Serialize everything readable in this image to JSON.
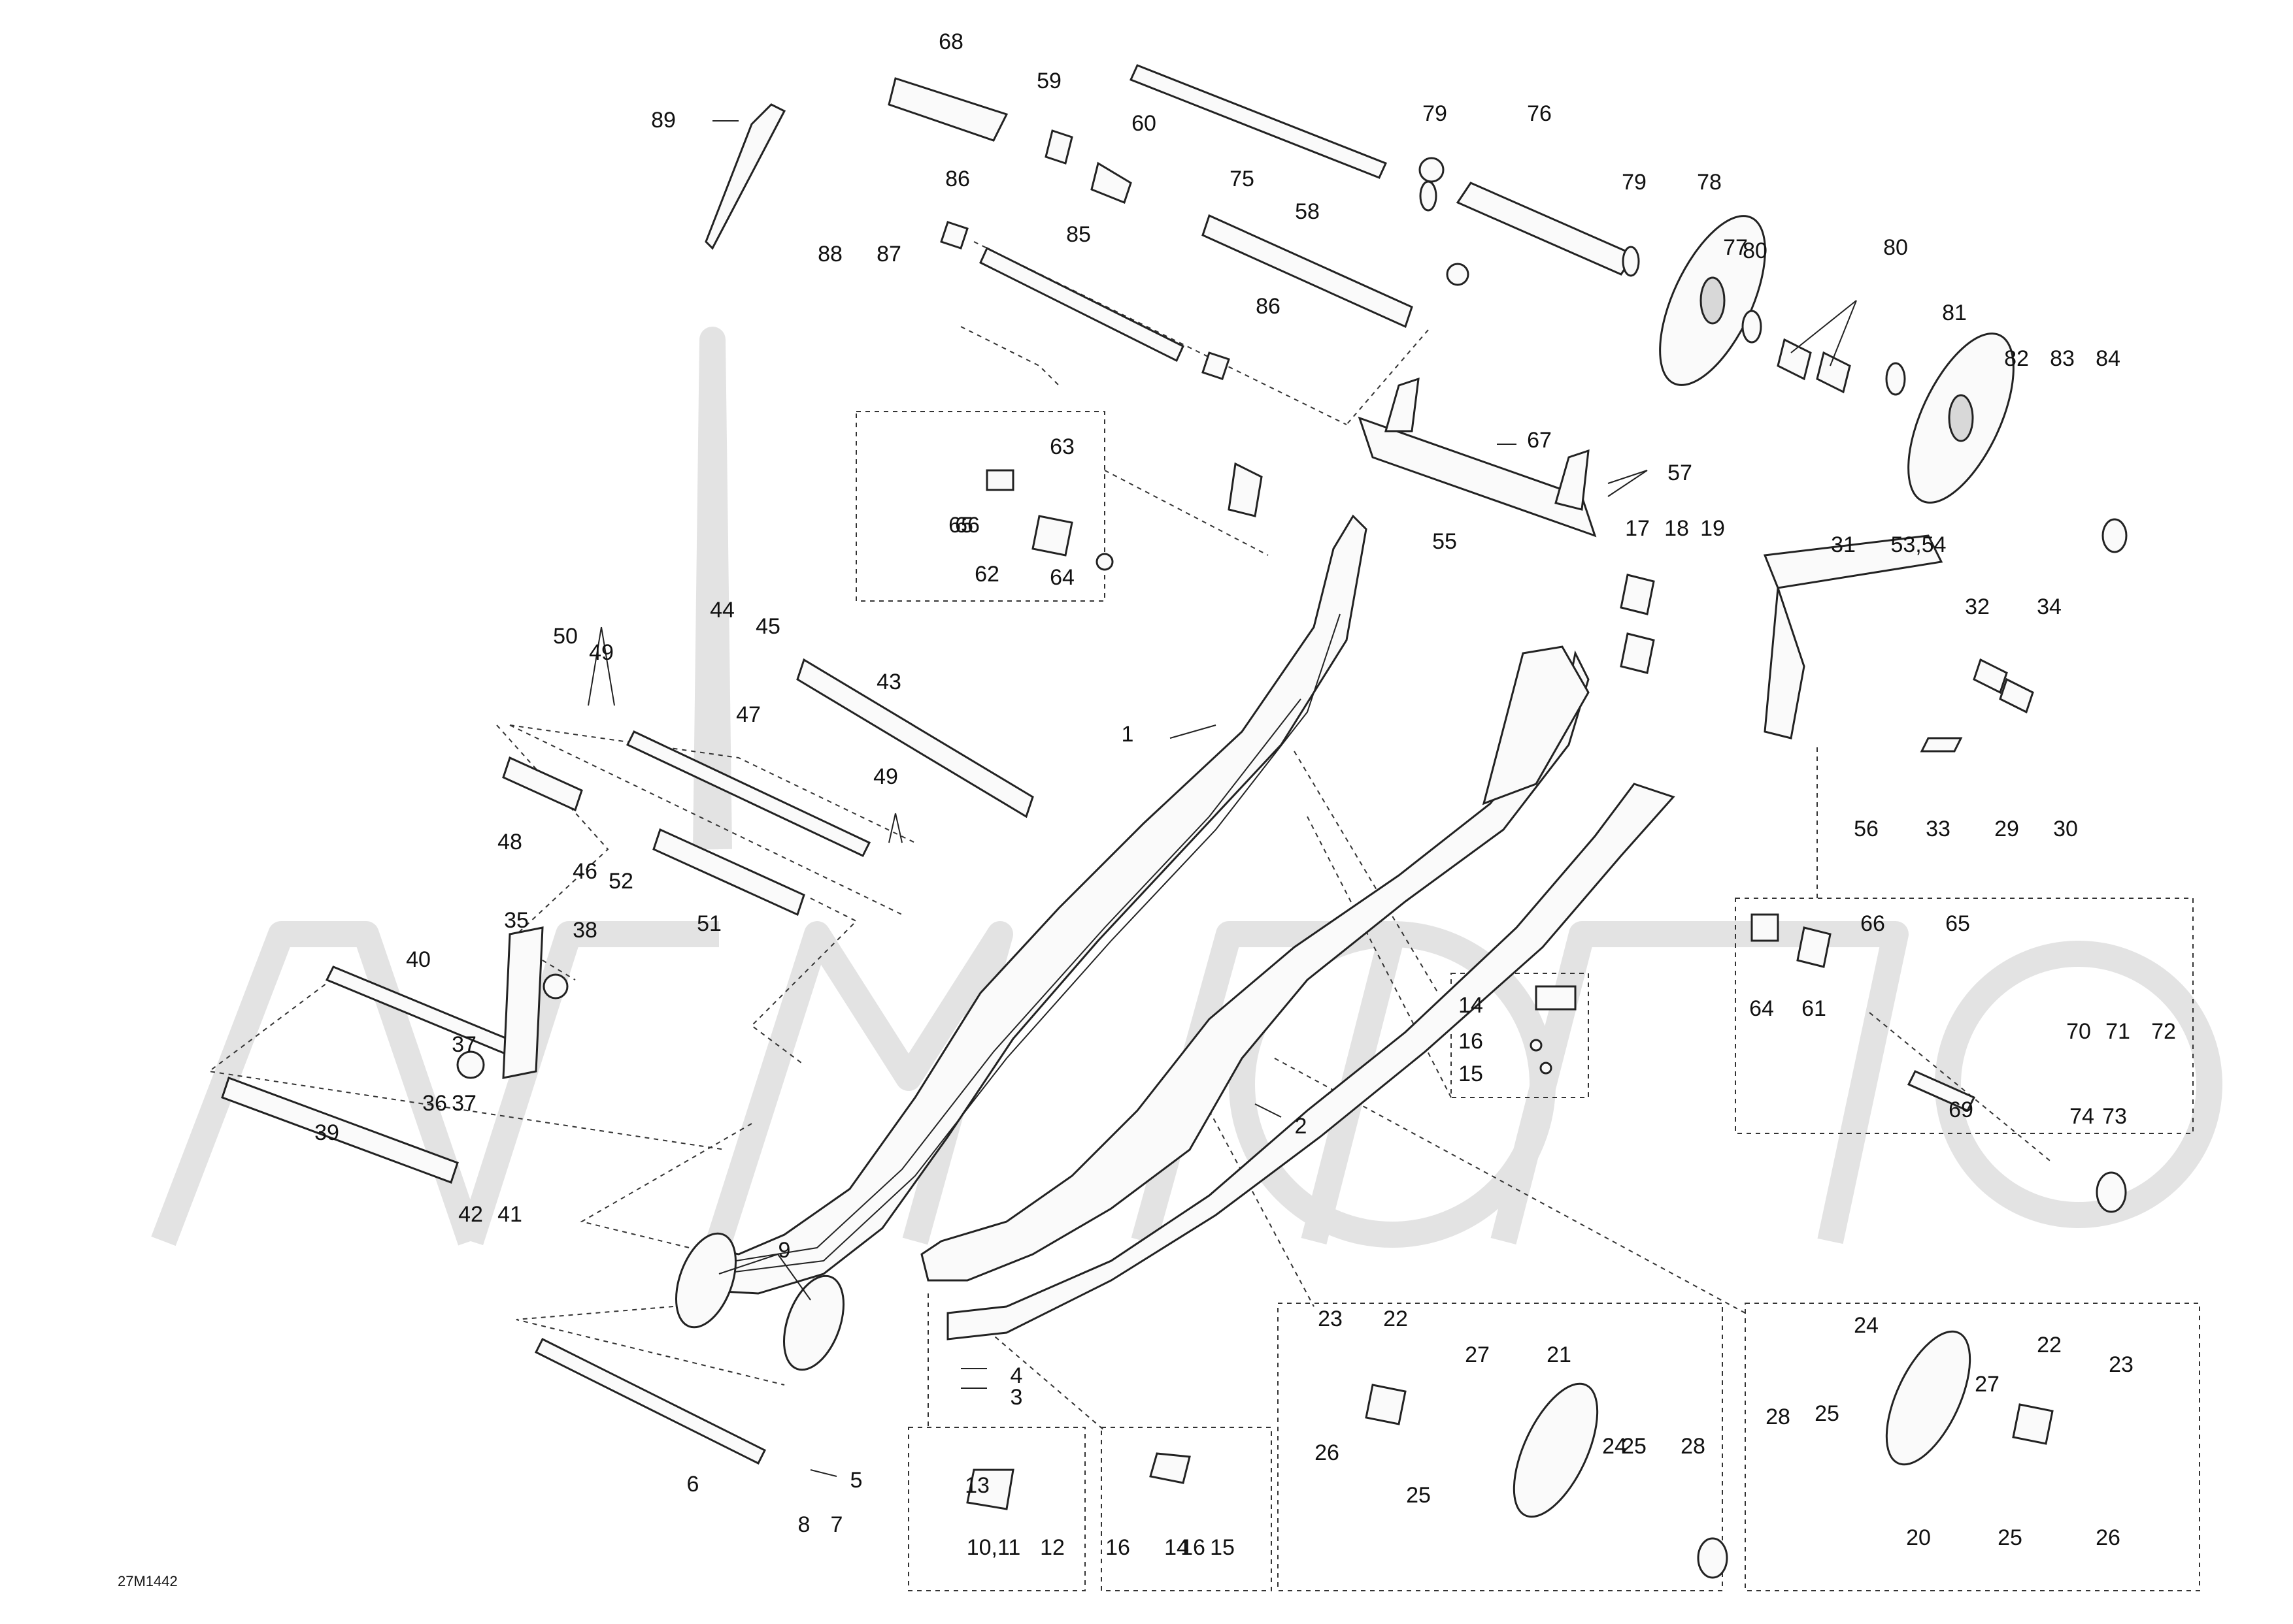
{
  "drawing_code": "27M1442",
  "callouts": [
    {
      "n": "1"
    },
    {
      "n": "2"
    },
    {
      "n": "3"
    },
    {
      "n": "4"
    },
    {
      "n": "5"
    },
    {
      "n": "6"
    },
    {
      "n": "7"
    },
    {
      "n": "8"
    },
    {
      "n": "9"
    },
    {
      "n": "10,11"
    },
    {
      "n": "12"
    },
    {
      "n": "13"
    },
    {
      "n": "14"
    },
    {
      "n": "14"
    },
    {
      "n": "15"
    },
    {
      "n": "15"
    },
    {
      "n": "16"
    },
    {
      "n": "16"
    },
    {
      "n": "16"
    },
    {
      "n": "17"
    },
    {
      "n": "18"
    },
    {
      "n": "19"
    },
    {
      "n": "20"
    },
    {
      "n": "21"
    },
    {
      "n": "22"
    },
    {
      "n": "22"
    },
    {
      "n": "23"
    },
    {
      "n": "23"
    },
    {
      "n": "24"
    },
    {
      "n": "24"
    },
    {
      "n": "25"
    },
    {
      "n": "25"
    },
    {
      "n": "25"
    },
    {
      "n": "25"
    },
    {
      "n": "26"
    },
    {
      "n": "26"
    },
    {
      "n": "27"
    },
    {
      "n": "27"
    },
    {
      "n": "28"
    },
    {
      "n": "28"
    },
    {
      "n": "29"
    },
    {
      "n": "30"
    },
    {
      "n": "31"
    },
    {
      "n": "32"
    },
    {
      "n": "33"
    },
    {
      "n": "34"
    },
    {
      "n": "35"
    },
    {
      "n": "36"
    },
    {
      "n": "37"
    },
    {
      "n": "37"
    },
    {
      "n": "38"
    },
    {
      "n": "39"
    },
    {
      "n": "40"
    },
    {
      "n": "41"
    },
    {
      "n": "42"
    },
    {
      "n": "43"
    },
    {
      "n": "44"
    },
    {
      "n": "45"
    },
    {
      "n": "46"
    },
    {
      "n": "47"
    },
    {
      "n": "48"
    },
    {
      "n": "49"
    },
    {
      "n": "49"
    },
    {
      "n": "50"
    },
    {
      "n": "51"
    },
    {
      "n": "52"
    },
    {
      "n": "53,54"
    },
    {
      "n": "55"
    },
    {
      "n": "56"
    },
    {
      "n": "57"
    },
    {
      "n": "58"
    },
    {
      "n": "59"
    },
    {
      "n": "60"
    },
    {
      "n": "61"
    },
    {
      "n": "62"
    },
    {
      "n": "63"
    },
    {
      "n": "64"
    },
    {
      "n": "64"
    },
    {
      "n": "65"
    },
    {
      "n": "65"
    },
    {
      "n": "66"
    },
    {
      "n": "66"
    },
    {
      "n": "67"
    },
    {
      "n": "68"
    },
    {
      "n": "69"
    },
    {
      "n": "70"
    },
    {
      "n": "71"
    },
    {
      "n": "72"
    },
    {
      "n": "73"
    },
    {
      "n": "74"
    },
    {
      "n": "75"
    },
    {
      "n": "76"
    },
    {
      "n": "77"
    },
    {
      "n": "78"
    },
    {
      "n": "79"
    },
    {
      "n": "79"
    },
    {
      "n": "80"
    },
    {
      "n": "80"
    },
    {
      "n": "81"
    },
    {
      "n": "82"
    },
    {
      "n": "83"
    },
    {
      "n": "84"
    },
    {
      "n": "85"
    },
    {
      "n": "86"
    },
    {
      "n": "86"
    },
    {
      "n": "87"
    },
    {
      "n": "88"
    },
    {
      "n": "89"
    }
  ]
}
